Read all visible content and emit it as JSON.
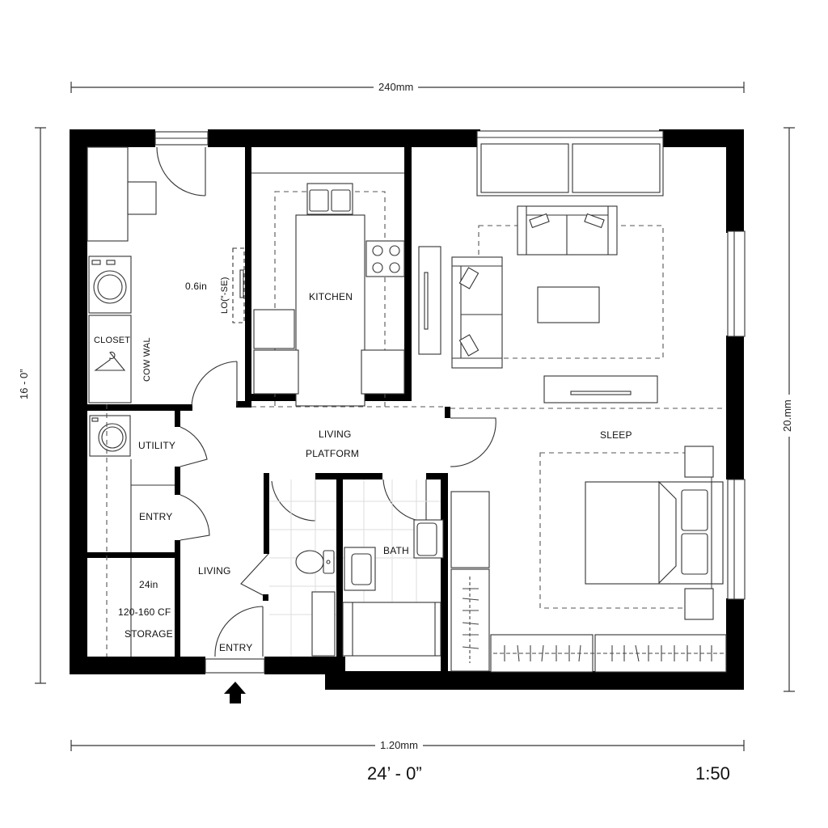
{
  "dimensions": {
    "top": "240mm",
    "left": "16 - 0”",
    "right": "20.mm",
    "bottom": "1.20mm",
    "overall_width": "24’ - 0”",
    "scale": "1:50"
  },
  "rooms": {
    "closet": "CLOSET",
    "cow_wall": "COW WAL",
    "dim_06": "0.6in",
    "loft_note": "LO(”-SE)",
    "kitchen": "KITCHEN",
    "utility": "UTILITY",
    "entry_side": "ENTRY",
    "living_platform_1": "LIVING",
    "living_platform_2": "PLATFORM",
    "living": "LIVING",
    "storage_dim": "24in",
    "storage_cf": "120-160 CF",
    "storage": "STORAGE",
    "entry_main": "ENTRY",
    "bath": "BATH",
    "sleep": "SLEEP"
  },
  "icons": {
    "entry_arrow": "entry-arrow-icon",
    "washer": "washer-icon",
    "hanger": "hanger-icon",
    "sink": "sink-icon",
    "stove": "stove-icon",
    "toilet": "toilet-icon",
    "bed": "bed-icon",
    "sofa": "sofa-icon"
  },
  "colors": {
    "wall": "#000000",
    "line": "#333333",
    "dashed": "#555555",
    "background": "#ffffff"
  }
}
